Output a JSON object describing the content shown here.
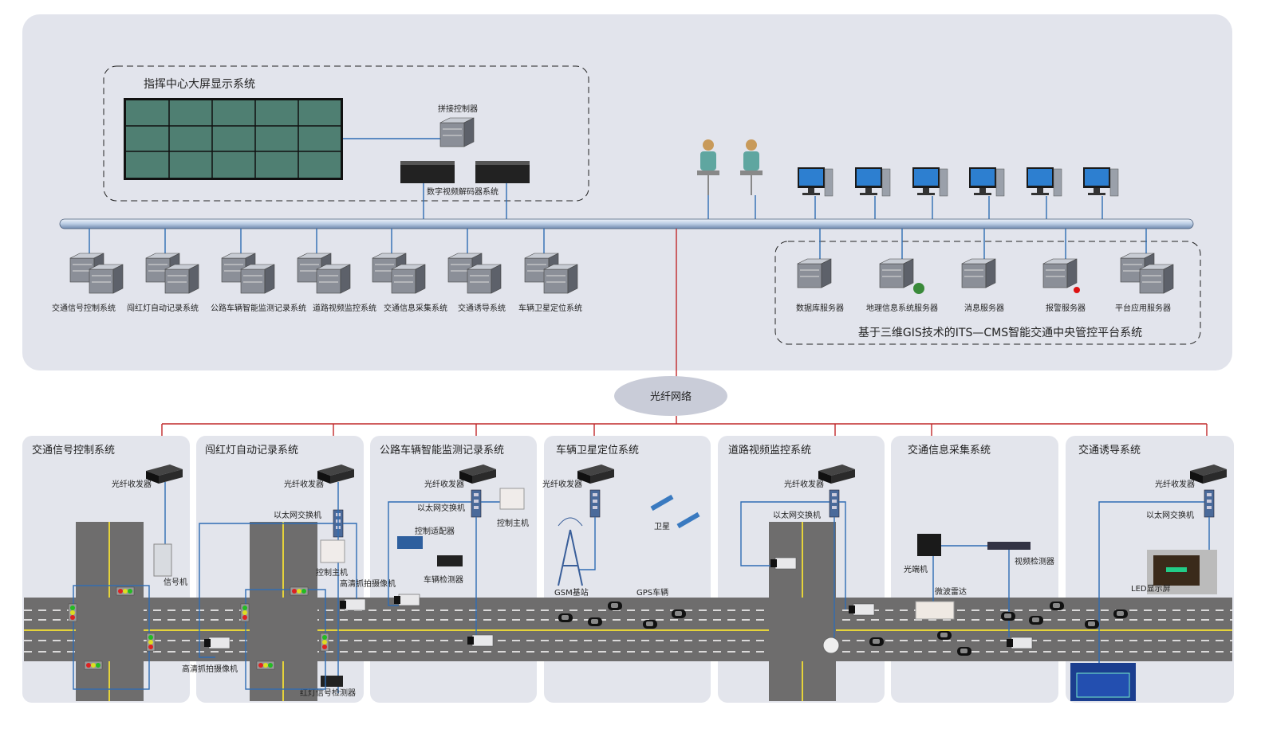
{
  "command_center": {
    "title": "指挥中心大屏显示系统",
    "splice_controller": "拼接控制器",
    "decoder_system": "数字视频解码器系统"
  },
  "subsystem_servers": [
    "交通信号控制系统",
    "闯红灯自动记录系统",
    "公路车辆智能监测记录系统",
    "道路视频监控系统",
    "交通信息采集系统",
    "交通诱导系统",
    "车辆卫星定位系统"
  ],
  "platform": {
    "title": "基于三维GIS技术的ITS—CMS智能交通中央管控平台系统",
    "servers": [
      "数据库服务器",
      "地理信息系统服务器",
      "消息服务器",
      "报警服务器",
      "平台应用服务器"
    ]
  },
  "network": {
    "label": "光纤网络"
  },
  "panels": [
    {
      "title": "交通信号控制系统",
      "labels": [
        "光纤收发器",
        "信号机"
      ]
    },
    {
      "title": "闯红灯自动记录系统",
      "labels": [
        "光纤收发器",
        "以太网交换机",
        "控制主机",
        "高清抓拍摄像机",
        "高清抓拍摄像机",
        "红灯信号检测器"
      ]
    },
    {
      "title": "公路车辆智能监测记录系统",
      "labels": [
        "光纤收发器",
        "以太网交换机",
        "控制主机",
        "控制适配器",
        "车辆检测器"
      ]
    },
    {
      "title": "车辆卫星定位系统",
      "labels": [
        "光纤收发器",
        "卫星",
        "GSM基站",
        "GPS车辆"
      ]
    },
    {
      "title": "道路视频监控系统",
      "labels": [
        "光纤收发器",
        "以太网交换机"
      ]
    },
    {
      "title": "交通信息采集系统",
      "labels": [
        "光端机",
        "视频检测器",
        "微波雷达"
      ]
    },
    {
      "title": "交通诱导系统",
      "labels": [
        "光纤收发器",
        "以太网交换机",
        "LED显示屏"
      ]
    }
  ],
  "colors": {
    "panel_bg": "#e3e5ec",
    "bus": "#b9cbe3",
    "fiber_line": "#c0282a",
    "ethernet_line": "#2f6db4",
    "road": "#6e6d6d"
  }
}
